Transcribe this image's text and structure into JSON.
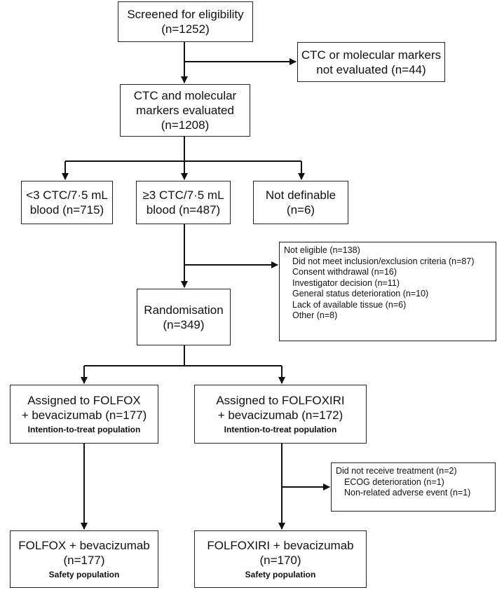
{
  "screened": {
    "label": "Screened for eligibility",
    "count": "(n=1252)"
  },
  "not_evaluated": {
    "line1": "CTC or molecular markers",
    "line2": "not evaluated (n=44)"
  },
  "evaluated": {
    "line1": "CTC and molecular",
    "line2": "markers evaluated",
    "count": "(n=1208)"
  },
  "low_ctc": {
    "line1": "<3 CTC/7·5 mL",
    "line2": "blood (n=715)"
  },
  "high_ctc": {
    "line1": "≥3 CTC/7·5 mL",
    "line2": "blood (n=487)"
  },
  "not_definable": {
    "line1": "Not definable",
    "line2": "(n=6)"
  },
  "not_eligible": {
    "title": "Not eligible (n=138)",
    "reasons": [
      "Did not meet inclusion/exclusion criteria (n=87)",
      "Consent withdrawal (n=16)",
      "Investigator decision (n=11)",
      "General status deterioration (n=10)",
      "Lack of available tissue (n=6)",
      "Other (n=8)"
    ]
  },
  "randomisation": {
    "label": "Randomisation",
    "count": "(n=349)"
  },
  "arm_folfox": {
    "line1": "Assigned to FOLFOX",
    "line2": "+ bevacizumab (n=177)",
    "population": "Intention-to-treat population"
  },
  "arm_folfoxiri": {
    "line1": "Assigned to FOLFOXIRI",
    "line2": "+ bevacizumab (n=172)",
    "population": "Intention-to-treat population"
  },
  "no_treatment": {
    "title": "Did not receive treatment (n=2)",
    "reasons": [
      "ECOG deterioration (n=1)",
      "Non-related adverse event (n=1)"
    ]
  },
  "safety_folfox": {
    "line1": "FOLFOX + bevacizumab",
    "count": "(n=177)",
    "population": "Safety population"
  },
  "safety_folfoxiri": {
    "line1": "FOLFOXIRI + bevacizumab",
    "count": "(n=170)",
    "population": "Safety population"
  }
}
